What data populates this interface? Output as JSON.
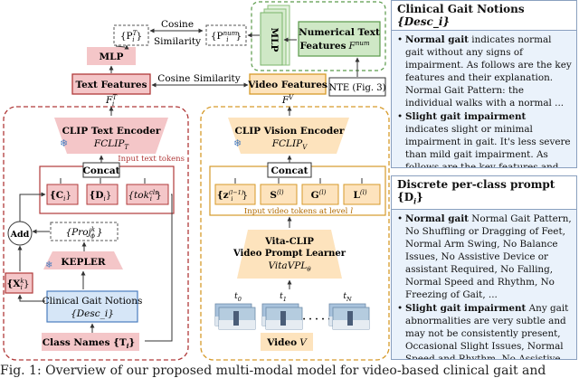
{
  "diagram": {
    "left_module": {
      "clip_text_encoder_title": "CLIP Text Encoder",
      "clip_text_encoder_sub": "FCLIP",
      "clip_text_encoder_subscript": "T",
      "concat_label": "Concat",
      "input_text_tokens_label": "Input text tokens",
      "tok_c": "{C",
      "tok_c_sub": "i",
      "tok_d": "{D",
      "tok_d_sub": "i",
      "tok_cls": "{tok",
      "tok_cls_sup": "cls",
      "tok_cls_sub": "i",
      "add_label": "Add",
      "proj_label": "{Proj",
      "proj_sup": "k",
      "proj_sub": "ϕ",
      "kepler_label": "KEPLER",
      "x_label": "{X",
      "x_sup": "k",
      "x_sub": "i",
      "clinical_notions_line1": "Clinical Gait Notions",
      "clinical_notions_line2": "{Desc_i}",
      "class_names_label": "Class Names {T",
      "class_names_sub": "i"
    },
    "right_module": {
      "clip_vision_encoder_title": "CLIP Vision Encoder",
      "clip_vision_encoder_sub": "FCLIP",
      "clip_vision_encoder_subscript": "V",
      "concat_label": "Concat",
      "tok_z": "{z",
      "tok_z_sup": "(l−1)",
      "tok_z_sub": "i",
      "tok_s": "S",
      "tok_s_sup": "(l)",
      "tok_g": "G",
      "tok_g_sup": "(l)",
      "tok_l": "L",
      "tok_l_sup": "(l)",
      "input_video_tokens_label": "Input video tokens at level",
      "input_video_tokens_level": "l",
      "vita_line1": "Vita-CLIP",
      "vita_line2": "Video Prompt Learner",
      "vita_line3": "VitaVPL",
      "vita_line3_sub": "θ",
      "frame_labels": [
        "t",
        "t",
        "t"
      ],
      "frame_subs": [
        "0",
        "1",
        "N"
      ],
      "dots": "· · · · ·",
      "video_label": "Video",
      "video_var": "V"
    },
    "top": {
      "text_features_label": "Text Features",
      "text_features_var": "F",
      "text_features_sup": "T",
      "text_features_sub": "i",
      "video_features_label": "Video Features",
      "video_features_var": "F",
      "video_features_sup": "V",
      "cosine_similarity_top": "Cosine Similarity",
      "cosine_similarity_mid": "Cosine Similarity",
      "mlp_left": "MLP",
      "mlp_stack": "MLP",
      "pt_label": "{P",
      "pt_sup": "T",
      "pt_sub": "i",
      "pnum_label": "{P",
      "pnum_sup": "num",
      "pnum_sub": "i",
      "numerical_line1": "Numerical Text",
      "numerical_line2": "Features",
      "numerical_var": "F",
      "numerical_sup": "num",
      "nte_label": "NTE (Fig. 3)"
    }
  },
  "clinical_panel": {
    "title": "Clinical Gait Notions",
    "title_math": "{Desc_i}",
    "items": [
      {
        "bold": "Normal gait",
        "text": " indicates normal gait without any signs of impairment. As follows are the key features and their explanation. Normal Gait Pattern: the individual walks with a normal ..."
      },
      {
        "bold": "Slight gait impairment",
        "text": " indicates slight or minimal impairment in gait. It's less severe than mild gait impairment. As follows are the key features and their explanations. Minimal impairment: the individual's walking is almost normal ..."
      }
    ]
  },
  "discrete_panel": {
    "title": "Discrete per-class prompt",
    "title_math": "{D",
    "title_math_sub": "i",
    "items": [
      {
        "bold": "Normal gait",
        "text": " Normal Gait Pattern, No Shuffling or Dragging of Feet, Normal Arm Swing, No Balance Issues, No Assistive Device or assistant Required, No Falling, Normal Speed and Rhythm, No Freezing of Gait, ..."
      },
      {
        "bold": "Slight gait impairment",
        "text": " Any gait abnormalities are very subtle and may not be consistently present, Occasional Slight Issues, Normal Speed and Rhythm, No Assistive Device or assistant required, No Falling, ..."
      }
    ]
  },
  "caption": "Fig. 1: Overview of our proposed multi-modal model for video-based clinical gait and",
  "colors": {
    "pink_fill": "#f4c6c8",
    "pink_dark": "#e9a1a4",
    "red_border": "#b03a3a",
    "orange_fill": "#fde3bd",
    "orange_border": "#d69a2a",
    "blue_fill": "#d6e6f7",
    "blue_border": "#4a7dbf",
    "green_fill": "#cfe8c6",
    "green_dark": "#5a9a4a"
  }
}
